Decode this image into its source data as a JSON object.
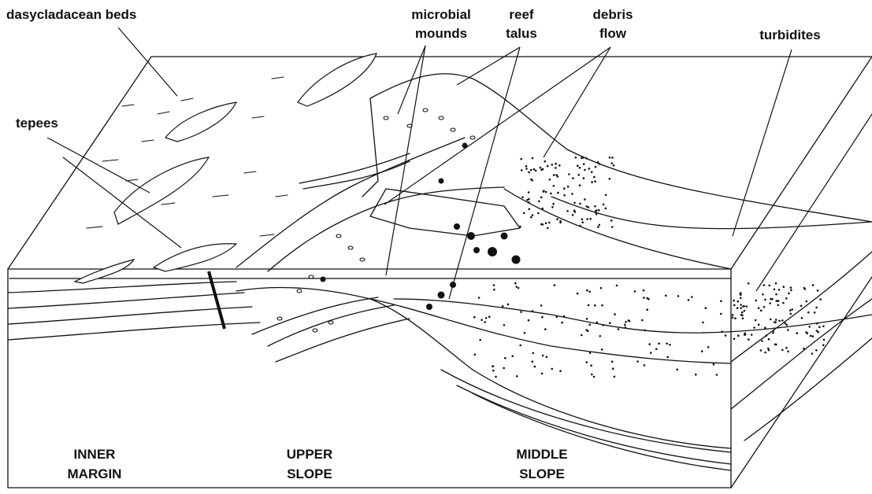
{
  "labels": {
    "dasycladacean_beds": "dasycladacean beds",
    "tepees": "tepees",
    "microbial": "microbial",
    "mounds": "mounds",
    "reef": "reef",
    "talus": "talus",
    "debris": "debris",
    "flow": "flow",
    "turbidites": "turbidites"
  },
  "zones": {
    "inner_1": "INNER",
    "inner_2": "MARGIN",
    "upper_1": "UPPER",
    "upper_2": "SLOPE",
    "middle_1": "MIDDLE",
    "middle_2": "SLOPE"
  }
}
